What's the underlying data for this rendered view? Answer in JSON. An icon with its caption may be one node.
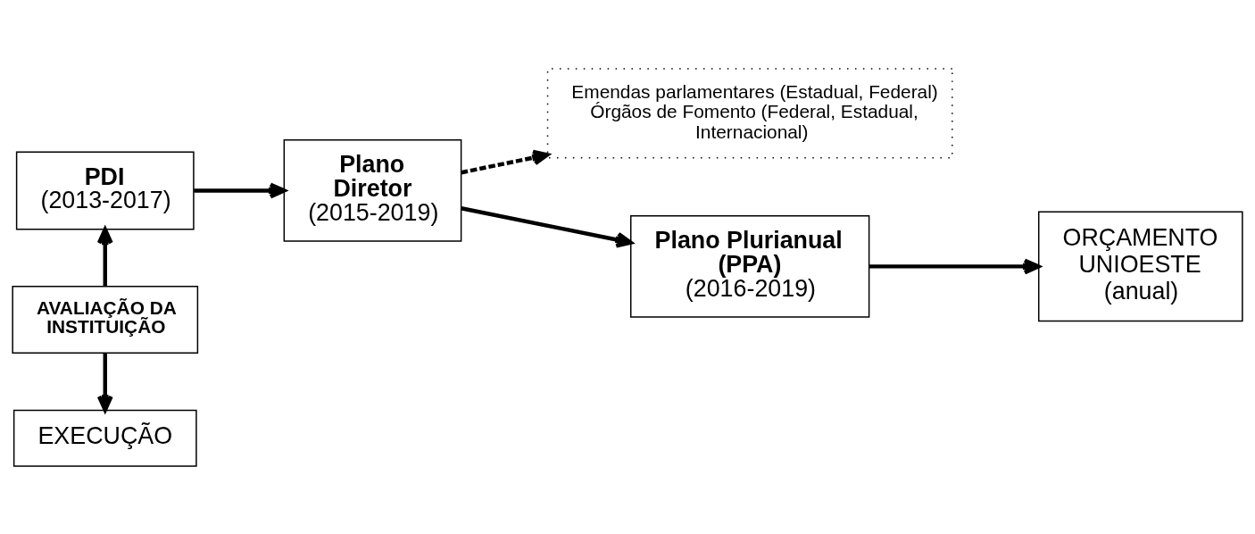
{
  "diagram": {
    "nodes": [
      {
        "text": [
          "PDI",
          "(2013-2017)"
        ]
      },
      {
        "text": [
          "Plano Diretor",
          "(2015-2019)"
        ]
      },
      {
        "text": [
          "Emendas parlamentares (Estadual, Federal)",
          "Órgãos de Fomento (Federal, Estadual, Internacional)"
        ]
      },
      {
        "text": [
          "Plano Plurianual (PPA)",
          "(2016-2019)"
        ]
      },
      {
        "text": [
          "AVALIAÇÃO DA INSTITUIÇÃO"
        ]
      },
      {
        "text": [
          "EXECUÇÃO"
        ]
      },
      {
        "text": [
          "ORÇAMENTO UNIOESTE (anual)"
        ]
      }
    ],
    "edges": [
      {
        "from": 0,
        "to": 1,
        "arrow": "to"
      },
      {
        "from": 1,
        "to": 2,
        "arrow": "to",
        "style": "dashed"
      },
      {
        "from": 1,
        "to": 3,
        "arrow": "to"
      },
      {
        "from": 3,
        "to": 6,
        "arrow": "to"
      },
      {
        "from": 4,
        "to": 0,
        "arrow": "to"
      },
      {
        "from": 4,
        "to": 5,
        "arrow": "to"
      }
    ]
  }
}
